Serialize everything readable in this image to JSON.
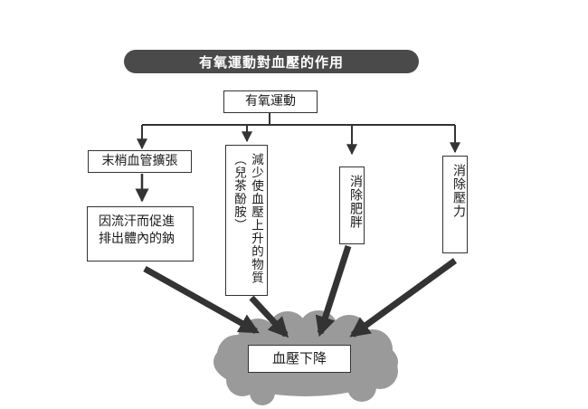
{
  "title": "有氧運動對血壓的作用",
  "root": "有氧運動",
  "branches": {
    "b1": "末梢血管擴張",
    "b1_sub": [
      "因流汗而促進",
      "排出體內的鈉"
    ],
    "b2": [
      "減少使血壓上升的物質",
      "（兒茶酚胺）"
    ],
    "b3": "消除肥胖",
    "b4": "消除壓力"
  },
  "result": "血壓下降",
  "colors": {
    "pill": "#4a4a4a",
    "cloud": "#9a9a9a",
    "arrow": "#333333"
  }
}
